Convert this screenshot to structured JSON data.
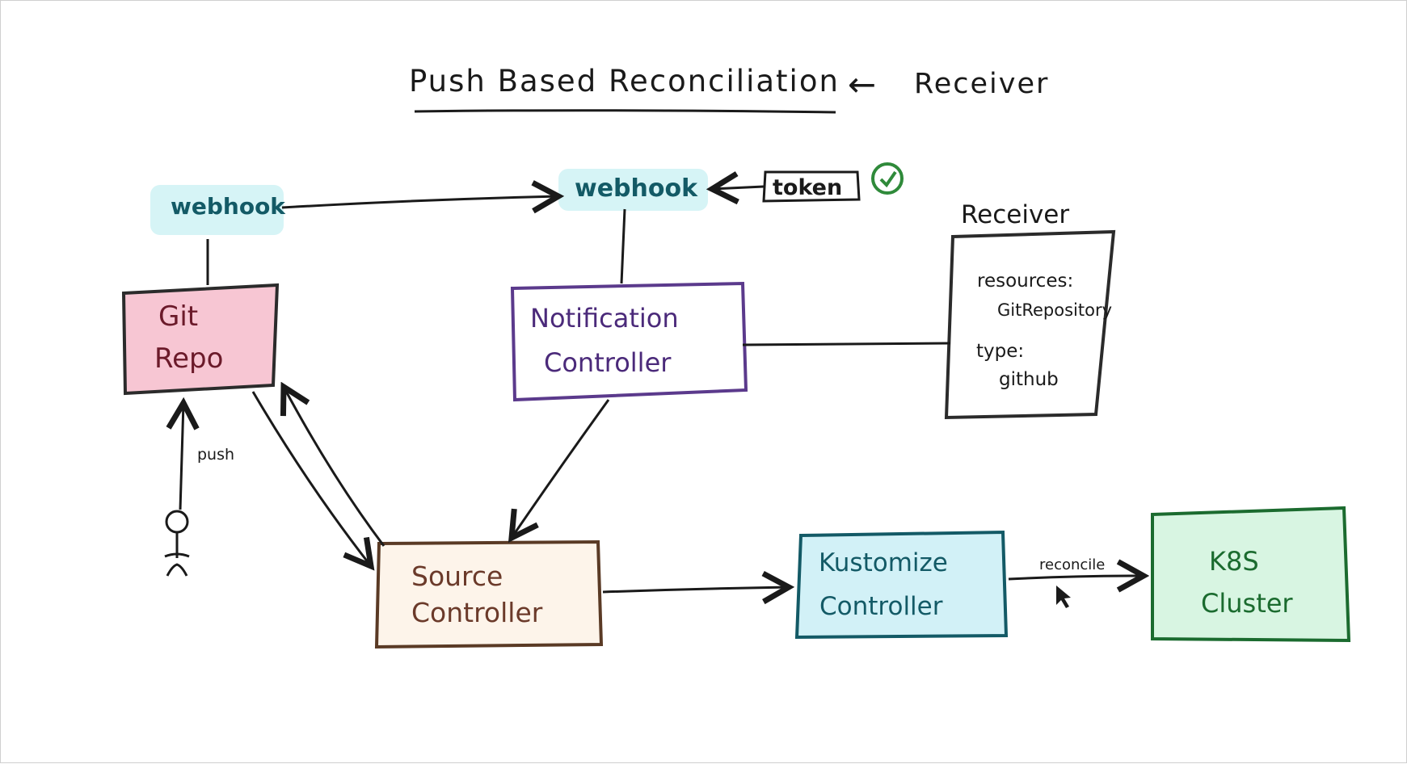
{
  "title": {
    "main": "Push Based Reconciliation",
    "arrow": "←",
    "suffix": "Receiver"
  },
  "nodes": {
    "git_repo": {
      "line1": "Git",
      "line2": "Repo",
      "fill": "#f7c6d3",
      "stroke": "#2b2b2b",
      "text_color": "#6b1a2a"
    },
    "webhook_left": {
      "label": "webhook",
      "fill": "#d6f4f6",
      "text_color": "#135a66"
    },
    "webhook_right": {
      "label": "webhook",
      "fill": "#d6f4f6",
      "text_color": "#135a66"
    },
    "token": {
      "label": "token"
    },
    "notification_controller": {
      "line1": "Notification",
      "line2": "Controller",
      "fill": "#ffffff",
      "stroke": "#5b3a8c",
      "text_color": "#4b2a7a"
    },
    "receiver": {
      "heading": "Receiver",
      "resources_key": "resources:",
      "resources_value": "GitRepository",
      "type_key": "type:",
      "type_value": "github"
    },
    "source_controller": {
      "line1": "Source",
      "line2": "Controller",
      "fill": "#fdf4ea",
      "stroke": "#5a3a25",
      "text_color": "#6b3a2a"
    },
    "kustomize_controller": {
      "line1": "Kustomize",
      "line2": "Controller",
      "fill": "#d2f1f7",
      "stroke": "#135a66",
      "text_color": "#135a66"
    },
    "k8s_cluster": {
      "line1": "K8S",
      "line2": "Cluster",
      "fill": "#d8f5e2",
      "stroke": "#1b6b2f",
      "text_color": "#1b6b2f"
    }
  },
  "edges": {
    "push_label": "push",
    "reconcile_label": "reconcile"
  },
  "colors": {
    "ink": "#1a1a1a",
    "check_green": "#2f8a3a"
  }
}
